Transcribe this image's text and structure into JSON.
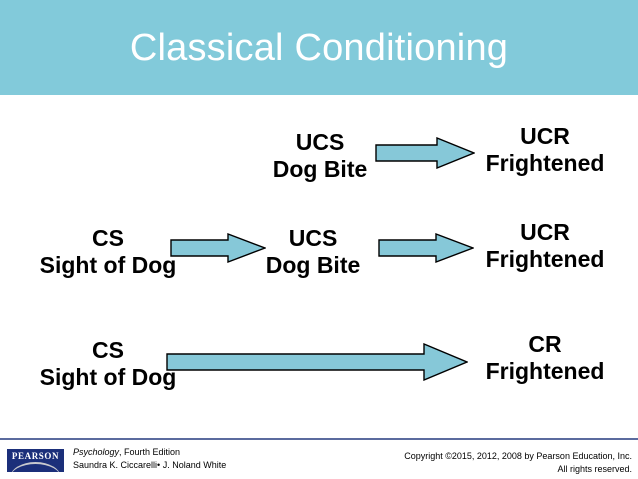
{
  "header": {
    "title": "Classical Conditioning",
    "bg_color": "#82cada"
  },
  "diagram": {
    "arrow_fill": "#86c8d8",
    "arrow_stroke": "#000000",
    "rows": [
      {
        "name": "unconditioned-reflex",
        "nodes": [
          {
            "abbr": "UCS",
            "desc": "Dog Bite"
          },
          {
            "abbr": "UCR",
            "desc": "Frightened"
          }
        ],
        "arrows": [
          "short"
        ]
      },
      {
        "name": "pairing-phase",
        "nodes": [
          {
            "abbr": "CS",
            "desc": "Sight of Dog"
          },
          {
            "abbr": "UCS",
            "desc": "Dog Bite"
          },
          {
            "abbr": "UCR",
            "desc": "Frightened"
          }
        ],
        "arrows": [
          "short",
          "short"
        ]
      },
      {
        "name": "conditioned-response",
        "nodes": [
          {
            "abbr": "CS",
            "desc": "Sight of Dog"
          },
          {
            "abbr": "CR",
            "desc": "Frightened"
          }
        ],
        "arrows": [
          "long"
        ]
      }
    ]
  },
  "footer": {
    "logo_text": "PEARSON",
    "book_title": "Psychology",
    "book_edition": ", Fourth Edition",
    "authors": "Saundra K. Ciccarelli• J. Noland White",
    "copyright_line1": "Copyright ©2015, 2012, 2008 by Pearson Education, Inc.",
    "copyright_line2": "All rights reserved.",
    "rule_color": "#5b6b9e"
  }
}
